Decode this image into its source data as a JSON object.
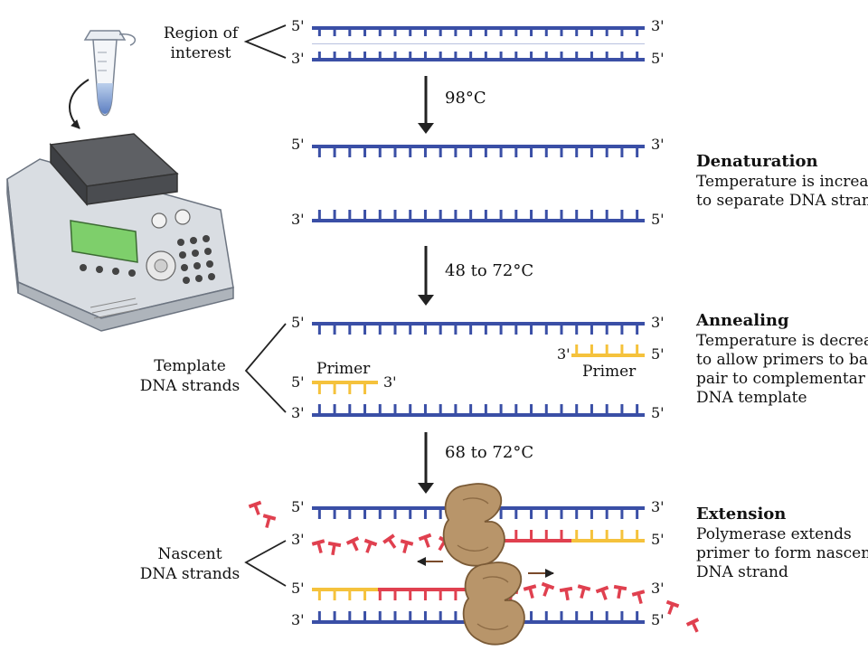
{
  "colors": {
    "strand": "#3a4fa6",
    "primer": "#f5c23c",
    "nascent": "#e0404f",
    "polymerase": "#b8956a",
    "polymerase_edge": "#7a5a36",
    "arrow": "#222222",
    "motion_arrow": "#7a4a2a"
  },
  "icons": {
    "tube": "microcentrifuge-tube-icon",
    "cycler": "thermal-cycler-icon",
    "polymerase": "dna-polymerase-icon"
  },
  "labels": {
    "region_of_interest": [
      "Region of",
      "interest"
    ],
    "template_strands": [
      "Template",
      "DNA strands"
    ],
    "nascent_strands": [
      "Nascent",
      "DNA strands"
    ],
    "primer": "Primer"
  },
  "ends": {
    "five": "5'",
    "three": "3'"
  },
  "transitions": [
    "98°C",
    "48 to 72°C",
    "68 to 72°C"
  ],
  "steps": [
    {
      "title": "Denaturation",
      "description": [
        "Temperature is increa",
        "to separate DNA stran"
      ]
    },
    {
      "title": "Annealing",
      "description": [
        "Temperature is decrea",
        "to allow primers to ba",
        "pair to complementar",
        "DNA template"
      ]
    },
    {
      "title": "Extension",
      "description": [
        "Polymerase extends",
        "primer to form nascen",
        "DNA strand"
      ]
    }
  ]
}
